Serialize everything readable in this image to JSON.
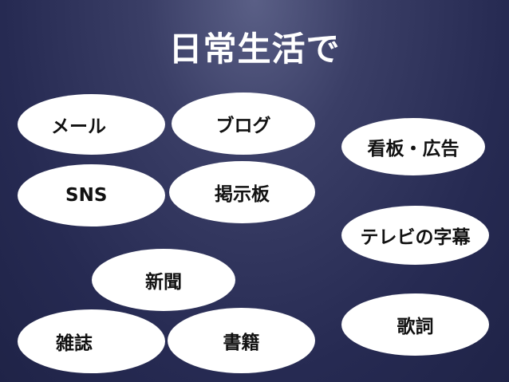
{
  "slide": {
    "title": "日常生活で",
    "items": {
      "mail": "メール",
      "blog": "ブログ",
      "signboard": "看板・広告",
      "sns": "SNS",
      "bbs": "掲示板",
      "tv_subtitles": "テレビの字幕",
      "newspaper": "新聞",
      "magazine": "雑誌",
      "books": "書籍",
      "lyrics": "歌詞"
    }
  },
  "colors": {
    "background": "#262a52",
    "bubble": "#ffffff",
    "title_text": "#ffffff",
    "bubble_text": "#111111"
  }
}
